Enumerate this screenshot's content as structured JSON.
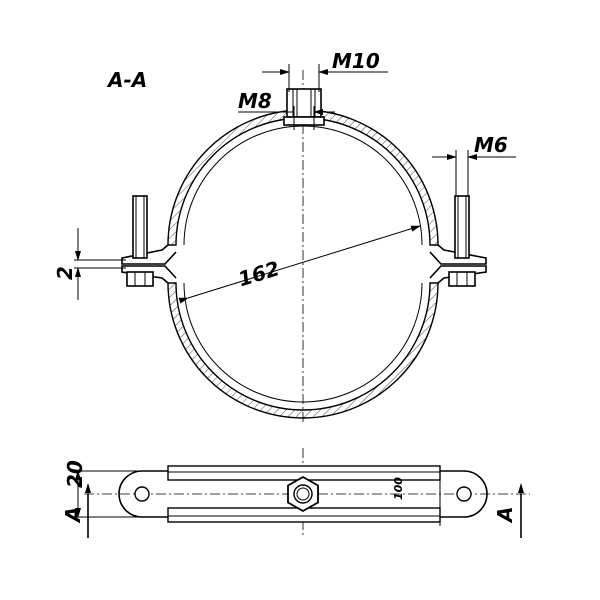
{
  "drawing": {
    "section_label": "A-A",
    "dimensions": {
      "m10": "M10",
      "m8": "M8",
      "m6": "M6",
      "diameter": "162",
      "gap": "2",
      "width": "20",
      "spacing": "100"
    },
    "section_marker_left": "A",
    "section_marker_right": "A"
  }
}
